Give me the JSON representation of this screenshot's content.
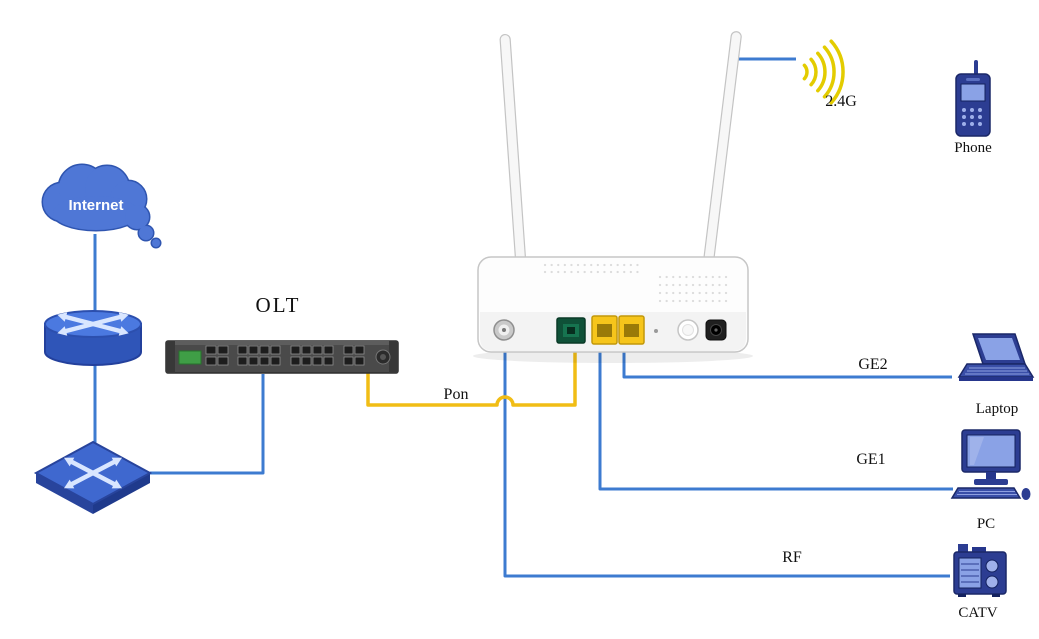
{
  "diagram": {
    "type": "network-topology",
    "labels": {
      "internet": "Internet",
      "olt": "OLT",
      "pon": "Pon",
      "wifi": "2.4G",
      "phone": "Phone",
      "laptop": "Laptop",
      "pc": "PC",
      "catv": "CATV",
      "ge2": "GE2",
      "ge1": "GE1",
      "rf": "RF"
    },
    "colors": {
      "link_blue": "#3d7bd0",
      "pon_yellow": "#f1bd15",
      "wifi_yellow": "#e3cc00",
      "device_navy": "#2c3d92",
      "device_screen": "#8aa2e6",
      "cloud_blue": "#4f77d6",
      "olt_body": "#4a4a4a",
      "onu_body": "#fdfdfd"
    },
    "nodes": [
      {
        "id": "internet-cloud",
        "label": "Internet"
      },
      {
        "id": "core-router",
        "label": ""
      },
      {
        "id": "switch",
        "label": ""
      },
      {
        "id": "olt",
        "label": "OLT"
      },
      {
        "id": "onu",
        "label": ""
      },
      {
        "id": "wifi-signal",
        "label": "2.4G"
      },
      {
        "id": "phone",
        "label": "Phone"
      },
      {
        "id": "laptop",
        "label": "Laptop"
      },
      {
        "id": "pc",
        "label": "PC"
      },
      {
        "id": "catv",
        "label": "CATV"
      }
    ],
    "connections": [
      {
        "from": "internet-cloud",
        "to": "core-router",
        "label": "",
        "color": "blue"
      },
      {
        "from": "core-router",
        "to": "switch",
        "label": "",
        "color": "blue"
      },
      {
        "from": "switch",
        "to": "olt",
        "label": "",
        "color": "blue"
      },
      {
        "from": "olt",
        "to": "onu",
        "label": "Pon",
        "color": "yellow"
      },
      {
        "from": "onu",
        "to": "laptop",
        "label": "GE2",
        "color": "blue"
      },
      {
        "from": "onu",
        "to": "pc",
        "label": "GE1",
        "color": "blue"
      },
      {
        "from": "onu",
        "to": "catv",
        "label": "RF",
        "color": "blue"
      },
      {
        "from": "onu",
        "to": "phone",
        "label": "2.4G",
        "color": "wireless"
      }
    ]
  }
}
